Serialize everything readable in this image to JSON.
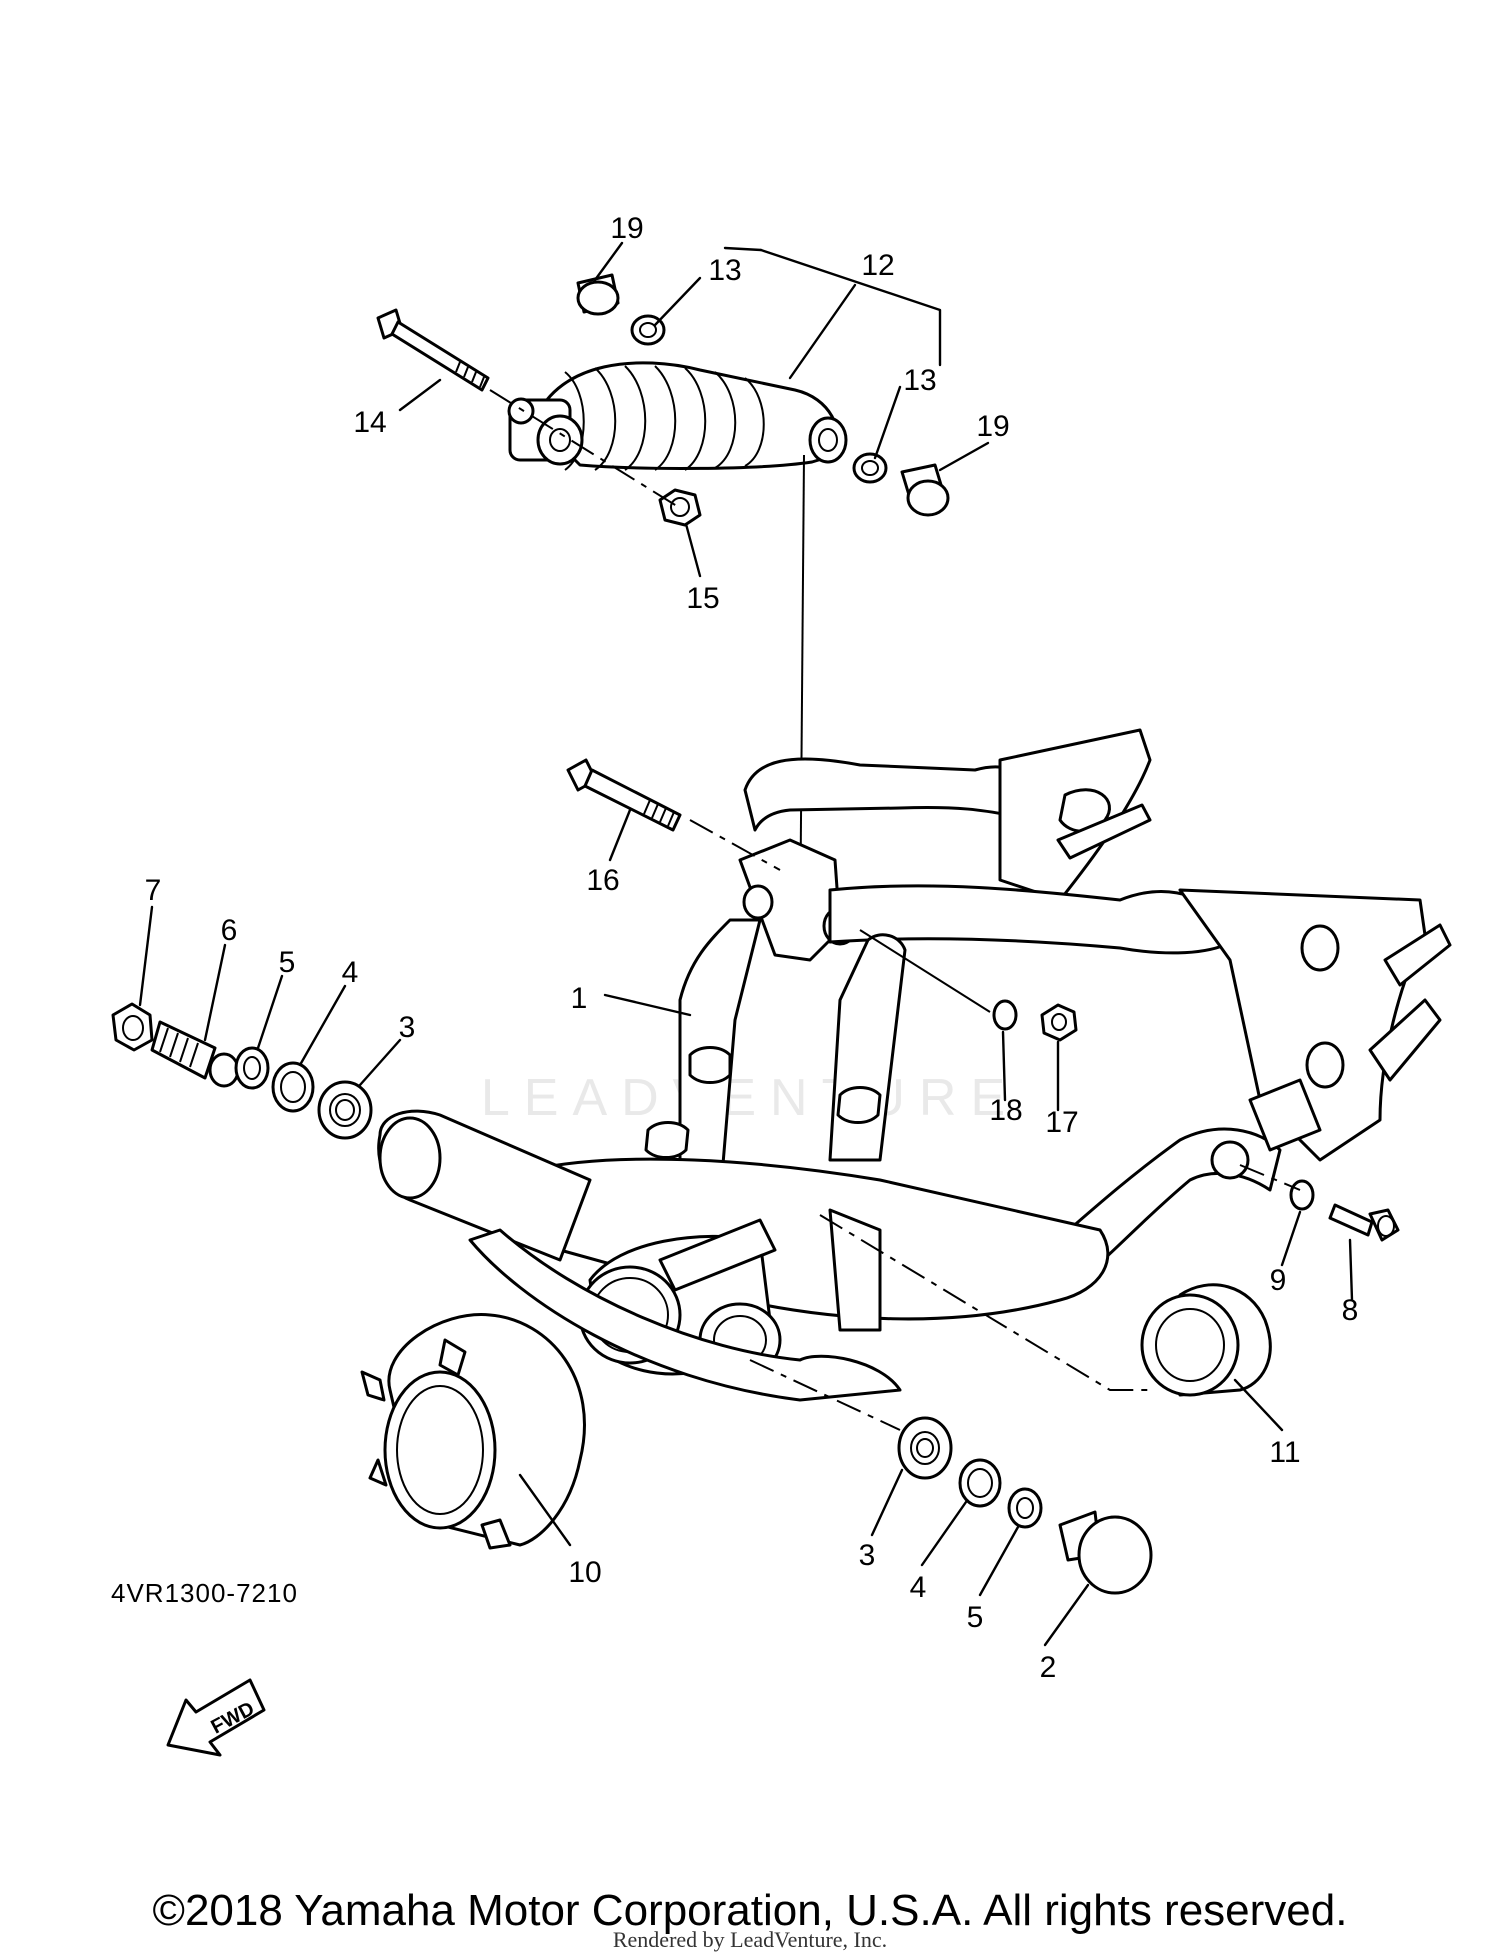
{
  "diagram_code": "4VR1300-7210",
  "fwd_label": "FWD",
  "watermark": "LEADVENTURE",
  "copyright": "©2018 Yamaha Motor Corporation, U.S.A. All rights reserved.",
  "rendered_by": "Rendered by LeadVenture, Inc.",
  "callouts": {
    "c1": "1",
    "c2": "2",
    "c3a": "3",
    "c3b": "3",
    "c4a": "4",
    "c4b": "4",
    "c5a": "5",
    "c5b": "5",
    "c6": "6",
    "c7": "7",
    "c8": "8",
    "c9": "9",
    "c10": "10",
    "c11": "11",
    "c12": "12",
    "c13a": "13",
    "c13b": "13",
    "c14": "14",
    "c15": "15",
    "c16": "16",
    "c17": "17",
    "c18": "18",
    "c19a": "19",
    "c19b": "19"
  }
}
